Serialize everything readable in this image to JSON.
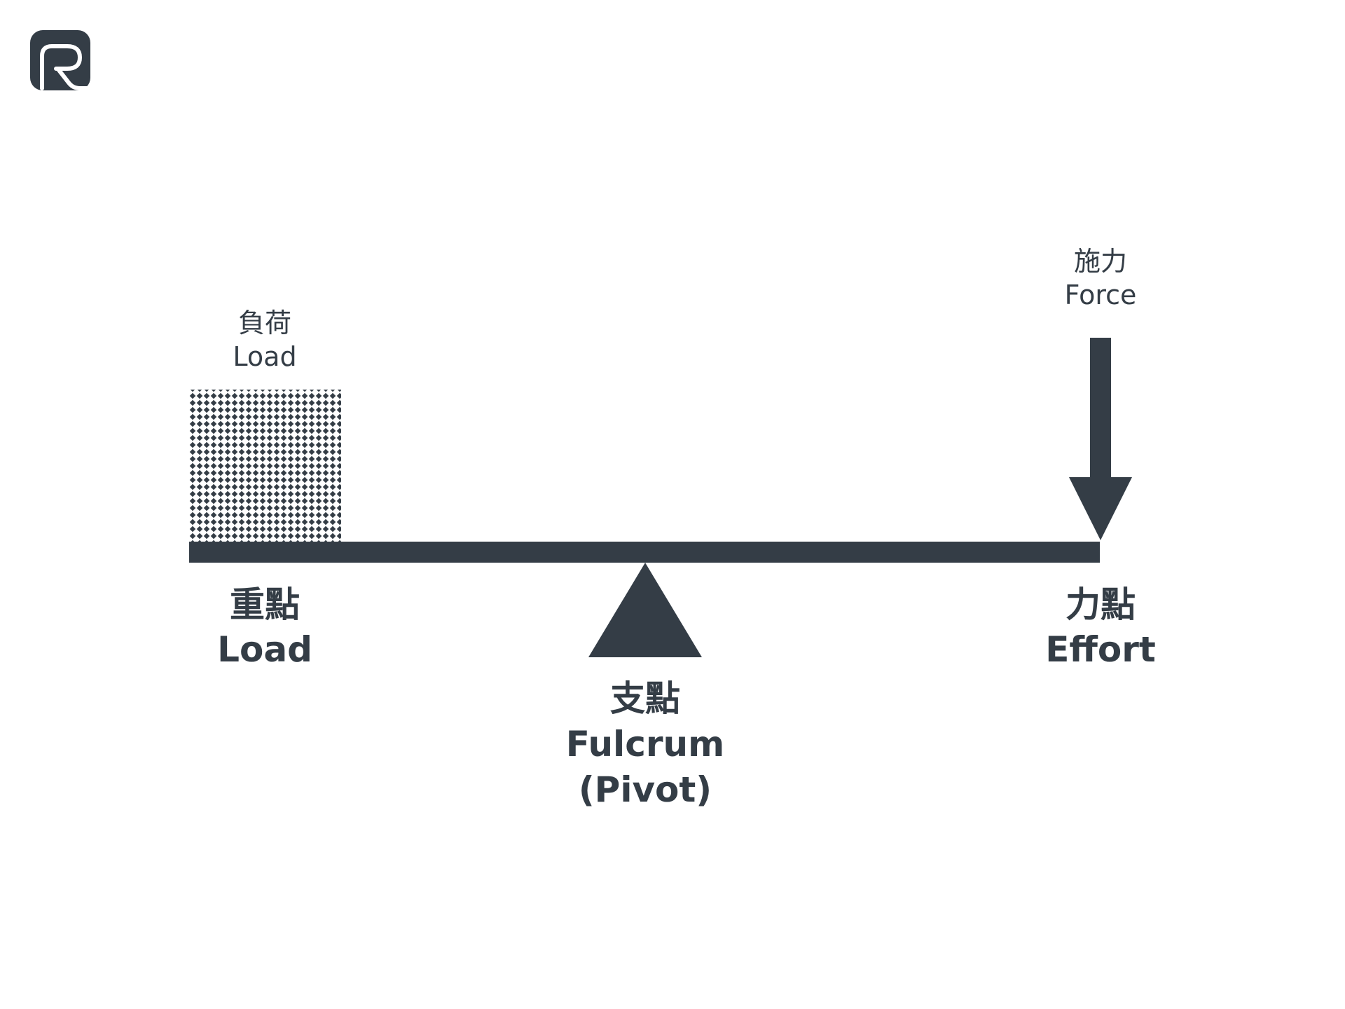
{
  "colors": {
    "ink": "#343d46",
    "background": "#ffffff"
  },
  "logo": {
    "icon": "r-logo-icon",
    "text": "R"
  },
  "load_block": {
    "label_zh": "負荷",
    "label_en": "Load",
    "pattern": "dot-grid"
  },
  "force_arrow": {
    "label_zh": "施力",
    "label_en": "Force",
    "direction": "down"
  },
  "points": {
    "load": {
      "label_zh": "重點",
      "label_en": "Load"
    },
    "fulcrum": {
      "label_zh": "支點",
      "label_en": "Fulcrum",
      "label_en_2": "(Pivot)"
    },
    "effort": {
      "label_zh": "力點",
      "label_en": "Effort"
    }
  }
}
